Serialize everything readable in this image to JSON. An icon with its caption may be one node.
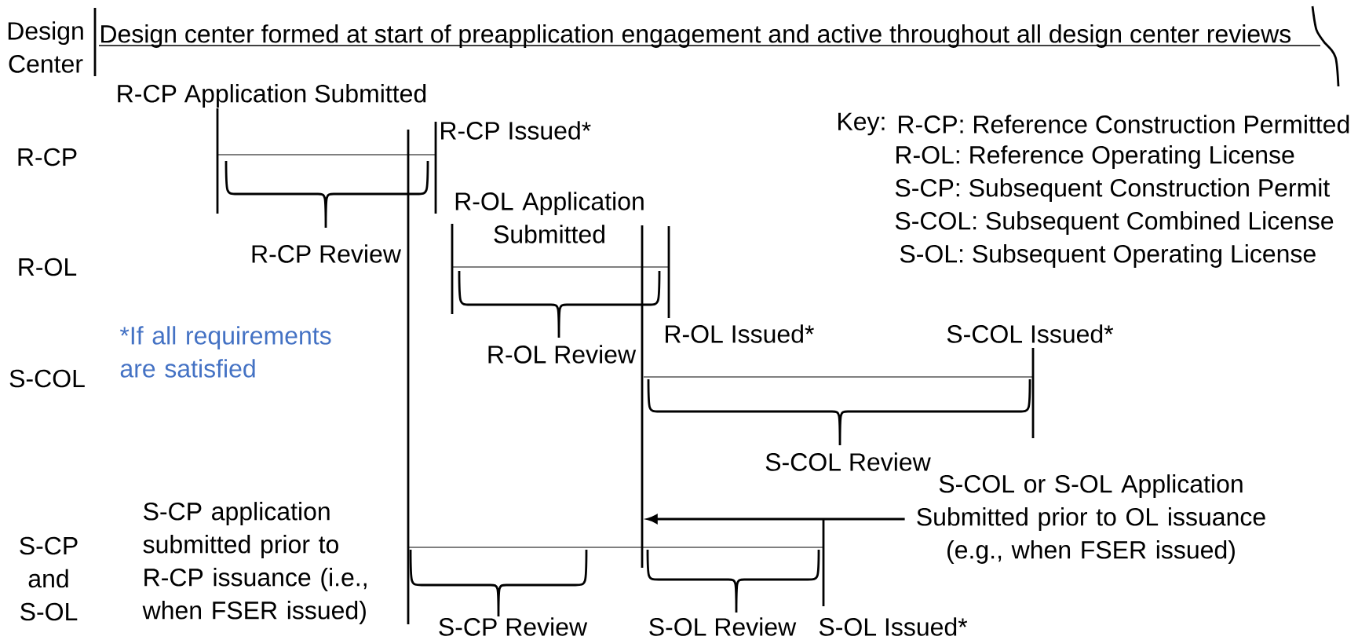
{
  "diagram": {
    "nodes": [
      {
        "text": [
          "S-COL or S-OL Application Submitted prior to OL issuance (e.g., when FSER issued)"
        ]
      },
      {
        "text": [],
        "shape": "bar"
      }
    ],
    "edges": [
      {
        "from": 0,
        "to": 1,
        "arrow": "to"
      }
    ],
    "labels": [
      "Design Center",
      "Design center formed at start of preapplication engagement and active throughout all design center reviews",
      "R-CP Application Submitted",
      "R-CP Issued*",
      "Key:",
      "R-CP: Reference Construction Permitted",
      "R-OL: Reference Operating License",
      "S-CP: Subsequent Construction Permit",
      "S-COL: Subsequent Combined License",
      "S-OL: Subsequent Operating License",
      "R-CP",
      "R-OL Application Submitted",
      "R-CP Review",
      "R-OL",
      "*If all requirements are satisfied",
      "R-OL Issued*",
      "S-COL Issued*",
      "R-OL Review",
      "S-COL",
      "S-COL Review",
      "S-CP and S-OL",
      "S-CP application submitted prior to R-CP issuance (i.e., when FSER issued)",
      "S-CP Review",
      "S-OL Review",
      "S-OL Issued*"
    ]
  }
}
